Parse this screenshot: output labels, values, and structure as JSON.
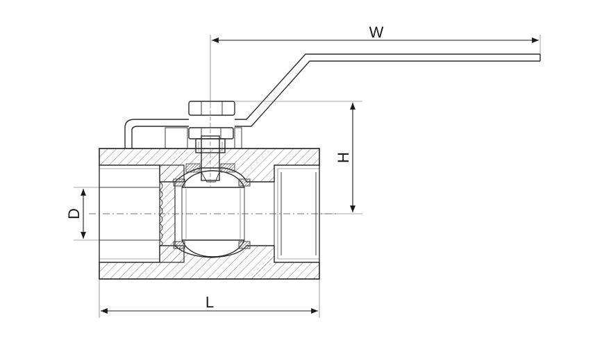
{
  "diagram": {
    "dimensions": {
      "width_label": "W",
      "height_label": "H",
      "diameter_label": "D",
      "length_label": "L"
    },
    "colors": {
      "line": "#2a2a2a",
      "hatch": "#6a6a6a",
      "seal": "#444444",
      "background": "#ffffff"
    }
  }
}
